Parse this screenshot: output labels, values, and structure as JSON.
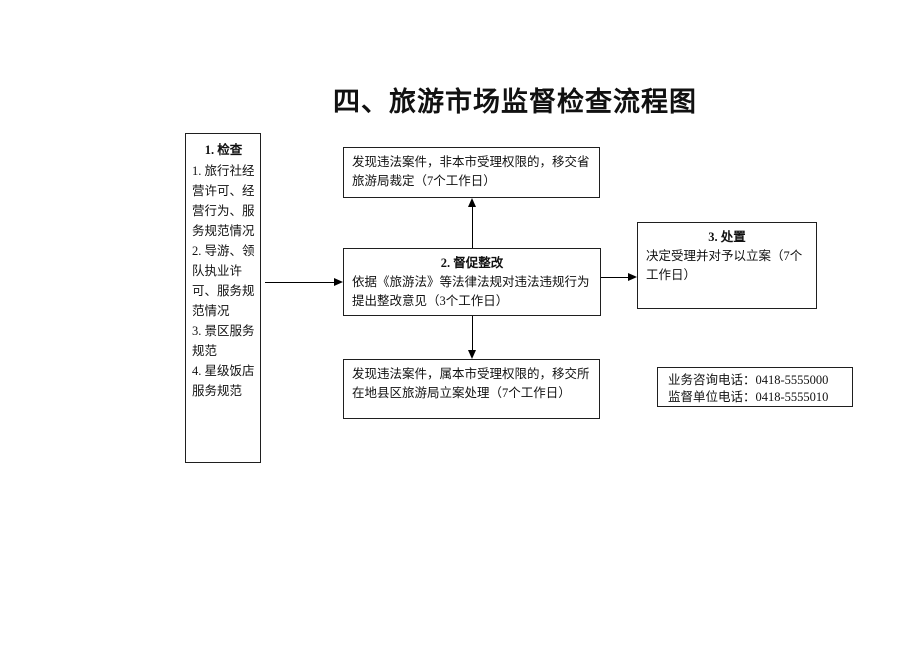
{
  "title": "四、旅游市场监督检查流程图",
  "boxes": {
    "check": {
      "title": "1. 检查",
      "items": [
        "1. 旅行社经营许可、经营行为、服务规范情况",
        "2. 导游、领队执业许可、服务规范情况",
        "3. 景区服务规范",
        "4. 星级饭店服务规范"
      ]
    },
    "transfer_province": {
      "text": "发现违法案件，非本市受理权限的，移交省旅游局裁定（7个工作日）"
    },
    "supervise": {
      "title": "2. 督促整改",
      "text": "依据《旅游法》等法律法规对违法违规行为提出整改意见（3个工作日）"
    },
    "transfer_county": {
      "text": "发现违法案件，属本市受理权限的，移交所在地县区旅游局立案处理（7个工作日）"
    },
    "dispose": {
      "title": "3. 处置",
      "text": "决定受理并对予以立案（7个工作日）"
    },
    "contact": {
      "line1": "业务咨询电话：0418-5555000",
      "line2": "监督单位电话：0418-5555010"
    }
  },
  "colors": {
    "background": "#ffffff",
    "border": "#1f1f1f",
    "text": "#111111",
    "arrow": "#000000"
  }
}
